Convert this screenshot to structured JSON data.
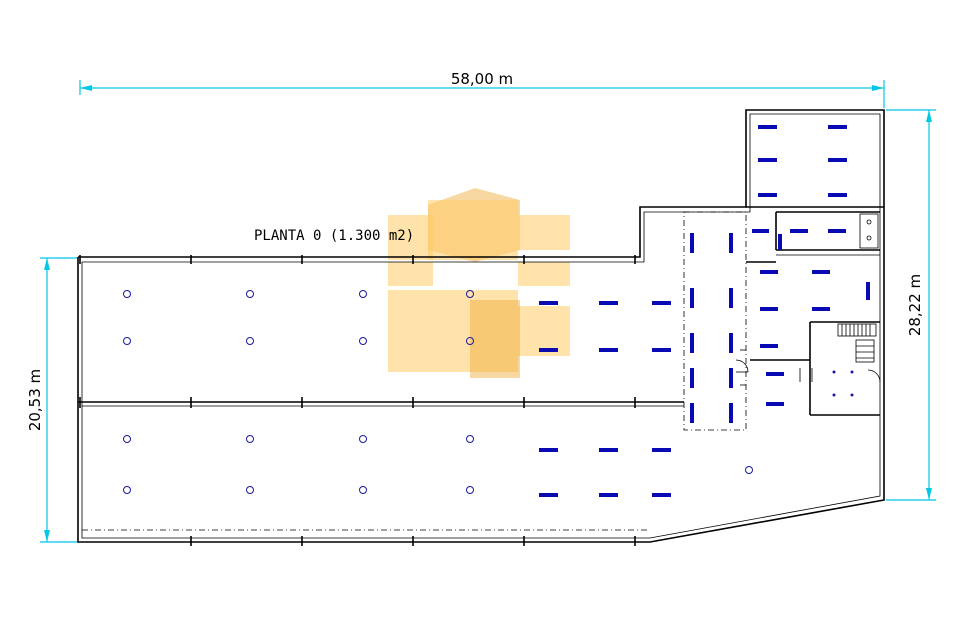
{
  "dimensions": {
    "total_width": "58,00 m",
    "left_height": "20,53 m",
    "right_height": "28,22 m"
  },
  "plan_title": "PLANTA 0 (1.300 m2)",
  "colors": {
    "dimension_lines": "#00c8e6",
    "light_strips": "#0a0ab4",
    "walls": "#000000",
    "logo_watermark": "#ffcc66"
  },
  "watermark": {
    "logo": "building-cubes-logo"
  }
}
